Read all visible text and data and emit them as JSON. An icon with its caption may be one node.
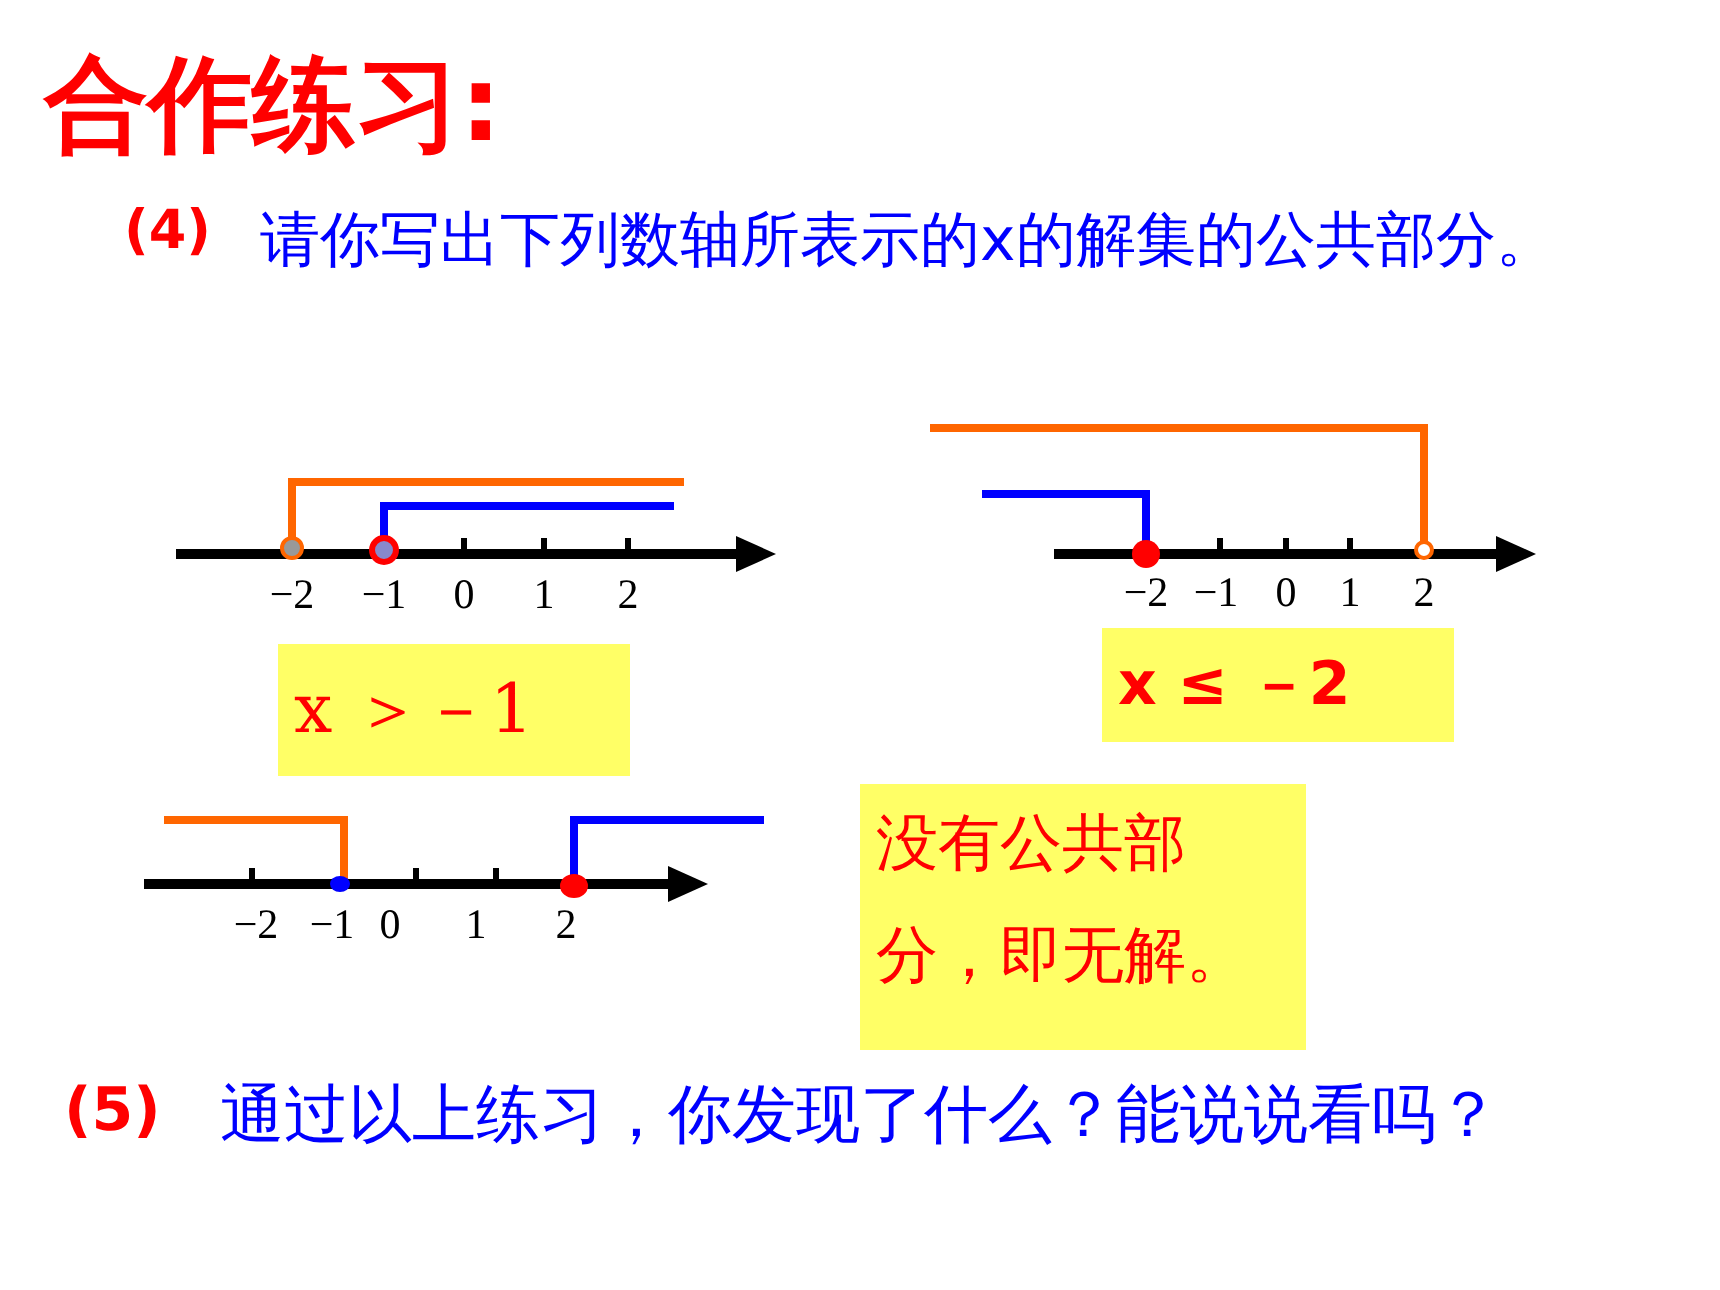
{
  "diagram": {
    "title": "合作练习:",
    "nodes": [
      {
        "text": [
          "x ＞－1"
        ]
      },
      {
        "text": [
          "x ≤ －2"
        ]
      },
      {
        "text": [
          "没有公共部分，即无解。"
        ]
      }
    ],
    "labels": [
      "(4)",
      "请你写出下列数轴所表示的x的解集的公共部分。",
      "−2",
      "−1",
      "0",
      "1",
      "2",
      "−2",
      "−1",
      "0",
      "1",
      "2",
      "−2",
      "−1",
      "0",
      "1",
      "2",
      "(5)",
      "通过以上练习，你发现了什么？能说说看吗？"
    ]
  }
}
